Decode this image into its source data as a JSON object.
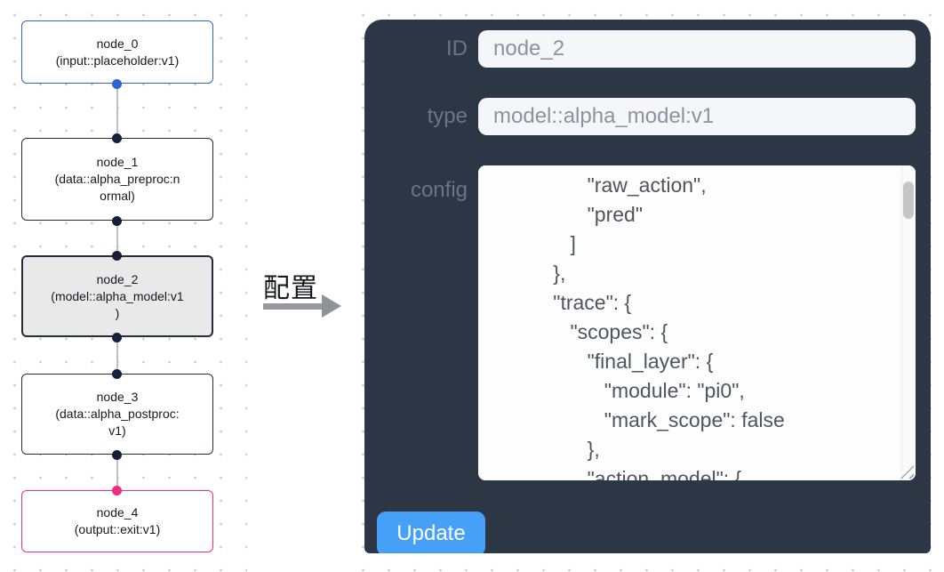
{
  "canvas": {
    "nodes": [
      {
        "id": "node_0",
        "type_label": "input::placeholder:v1",
        "lines": [
          "node_0",
          "(input::placeholder:v1)"
        ],
        "state": "input"
      },
      {
        "id": "node_1",
        "type_label": "data::alpha_preproc:normal",
        "lines": [
          "node_1",
          "(data::alpha_preproc:n",
          "ormal)"
        ],
        "state": "default"
      },
      {
        "id": "node_2",
        "type_label": "model::alpha_model:v1",
        "lines": [
          "node_2",
          "(model::alpha_model:v1",
          ")"
        ],
        "state": "selected"
      },
      {
        "id": "node_3",
        "type_label": "data::alpha_postproc:v1",
        "lines": [
          "node_3",
          "(data::alpha_postproc:",
          "v1)"
        ],
        "state": "default"
      },
      {
        "id": "node_4",
        "type_label": "output::exit:v1",
        "lines": [
          "node_4",
          "(output::exit:v1)"
        ],
        "state": "output"
      }
    ]
  },
  "arrow": {
    "label": "配置"
  },
  "panel": {
    "id_label": "ID",
    "id_value": "node_2",
    "type_label": "type",
    "type_value": "model::alpha_model:v1",
    "config_label": "config",
    "config_text": "                 \"raw_action\",\n                 \"pred\"\n              ]\n           },\n           \"trace\": {\n              \"scopes\": {\n                 \"final_layer\": {\n                    \"module\": \"pi0\",\n                    \"mark_scope\": false\n                 },\n                 \"action_model\": {",
    "update_label": "Update"
  },
  "colors": {
    "panel_bg": "#2d3645",
    "button_blue": "#47a0f7",
    "input_node_border": "#2e62d9",
    "output_node_border": "#ee2d7f",
    "selected_node_bg": "#e9e9ea",
    "handle_dark": "#17203a",
    "dot_grid": "#c5c7ca"
  }
}
